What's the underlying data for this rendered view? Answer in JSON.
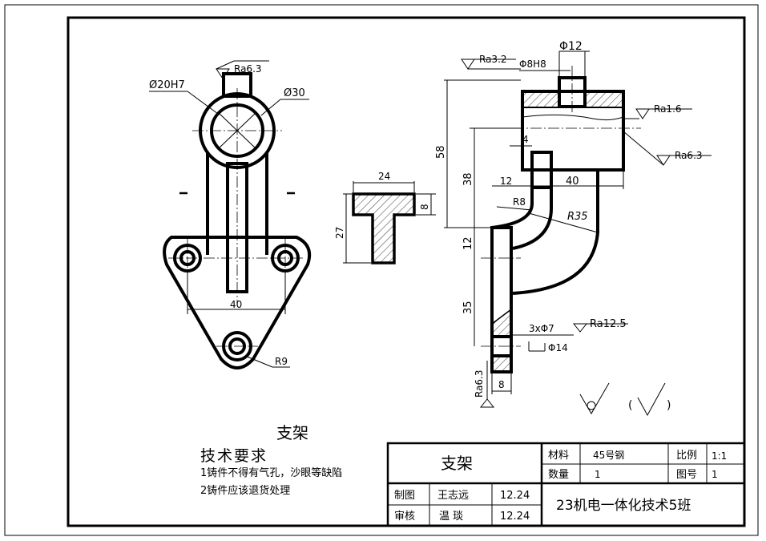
{
  "drawing_title": "支架",
  "tech_requirements": {
    "heading": "技术要求",
    "items": [
      "1铸件不得有气孔，沙眼等缺陷",
      "2铸件应该退货处理"
    ]
  },
  "title_block": {
    "part_name": "支架",
    "material_label": "材料",
    "material_value": "45号钢",
    "scale_label": "比例",
    "scale_value": "1:1",
    "quantity_label": "数量",
    "quantity_value": "1",
    "drawing_no_label": "图号",
    "drawing_no_value": "1",
    "drawn_label": "制图",
    "drawn_by": "王志远",
    "drawn_date": "12.24",
    "checked_label": "审核",
    "checked_by": "温 琰",
    "checked_date": "12.24",
    "organization": "23机电一体化技术5班"
  },
  "front_view": {
    "ra_top": "Ra6.3",
    "dia_bore": "Ø20H7",
    "dia_outer": "Ø30",
    "dim_40": "40",
    "radius_9": "R9"
  },
  "section_view": {
    "dim_24": "24",
    "dim_8": "8",
    "dim_27": "27"
  },
  "side_view": {
    "ra_32": "Ra3.2",
    "dia_12": "Φ12",
    "dia_8h8": "Φ8H8",
    "ra_16": "Ra1.6",
    "ra_63_right": "Ra6.3",
    "dim_58": "58",
    "dim_38": "38",
    "dim_4": "4",
    "dim_12_top": "12",
    "dim_40": "40",
    "radius_8": "R8",
    "radius_35": "R35",
    "dim_12_side": "12",
    "dim_35": "35",
    "holes": "3xΦ7",
    "counterbore": "Φ14",
    "ra_125": "Ra12.5",
    "ra_63_left": "Ra6.3",
    "dim_8_bottom": "8"
  },
  "surface_symbols": {
    "open_paren": "(",
    "close_paren": ")"
  }
}
